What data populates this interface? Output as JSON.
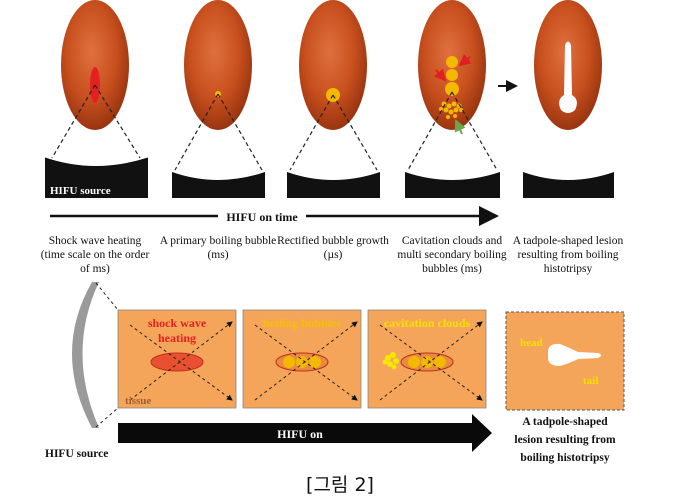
{
  "top_panel": {
    "source_label": "HIFU source",
    "timeline_label": "HIFU on time",
    "stages": [
      {
        "caption": "Shock wave heating (time scale on the order of ms)"
      },
      {
        "caption": "A primary boiling bubble (ms)"
      },
      {
        "caption": "Rectified bubble growth (µs)"
      },
      {
        "caption": "Cavitation clouds and multi secondary boiling bubbles (ms)"
      },
      {
        "caption": "A tadpole-shaped lesion resulting from boiling histotripsy"
      }
    ]
  },
  "bottom_panel": {
    "box_labels": [
      "shock wave heating",
      "boiling bubbles",
      "cavitation clouds"
    ],
    "tissue_label": "tissue",
    "head_label": "head",
    "tail_label": "tail",
    "source_label": "HIFU source",
    "arrow_label": "HIFU on",
    "result_caption": "A tadpole-shaped lesion resulting from boiling histotripsy"
  },
  "figure_label": "[그림 2]",
  "colors": {
    "tissue_orange": "#c8501e",
    "box_orange": "#f5a55a",
    "bubble_yellow": "#f5b800",
    "heating_red": "#e52020"
  }
}
